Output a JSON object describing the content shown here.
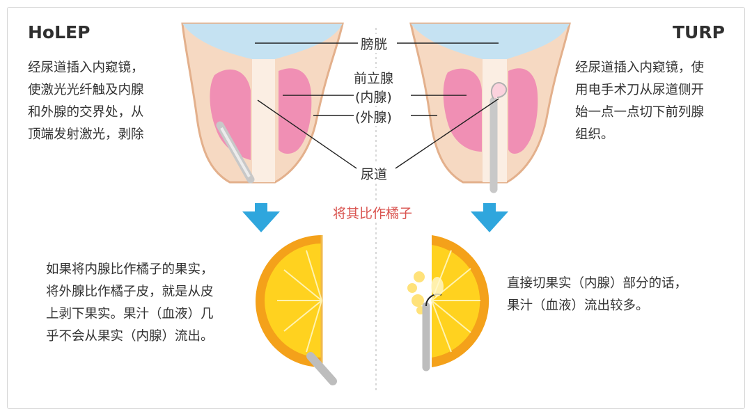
{
  "left": {
    "title": "HoLEP",
    "description": "经尿道插入内窥镜，\n使激光光纤触及内腺\n和外腺的交界处，从\n顶端发射激光，剥除",
    "analogy": "如果将内腺比作橘子的果实，\n将外腺比作橘子皮，就是从皮\n上剥下果实。果汁（血液）几\n乎不会从果实（内腺）流出。"
  },
  "right": {
    "title": "TURP",
    "description": "经尿道插入内窥镜，使\n用电手术刀从尿道侧开\n始一点一点切下前列腺\n组织。",
    "analogy": "直接切果实（内腺）部分的话，\n果汁（血液）流出较多。"
  },
  "labels": {
    "bladder": "膀胱",
    "prostate": "前立腺",
    "inner": "(内腺)",
    "outer": "(外腺)",
    "urethra": "尿道"
  },
  "middle_caption": "将其比作橘子",
  "colors": {
    "bladder": "#c5e2f2",
    "tissue": "#f6d9c2",
    "tissue_edge": "#e3b08c",
    "inner_gland": "#f08fb4",
    "arrow": "#2fa6dd",
    "orange_peel": "#f4a11a",
    "orange_flesh": "#ffd21f",
    "caption": "#d9534f"
  }
}
